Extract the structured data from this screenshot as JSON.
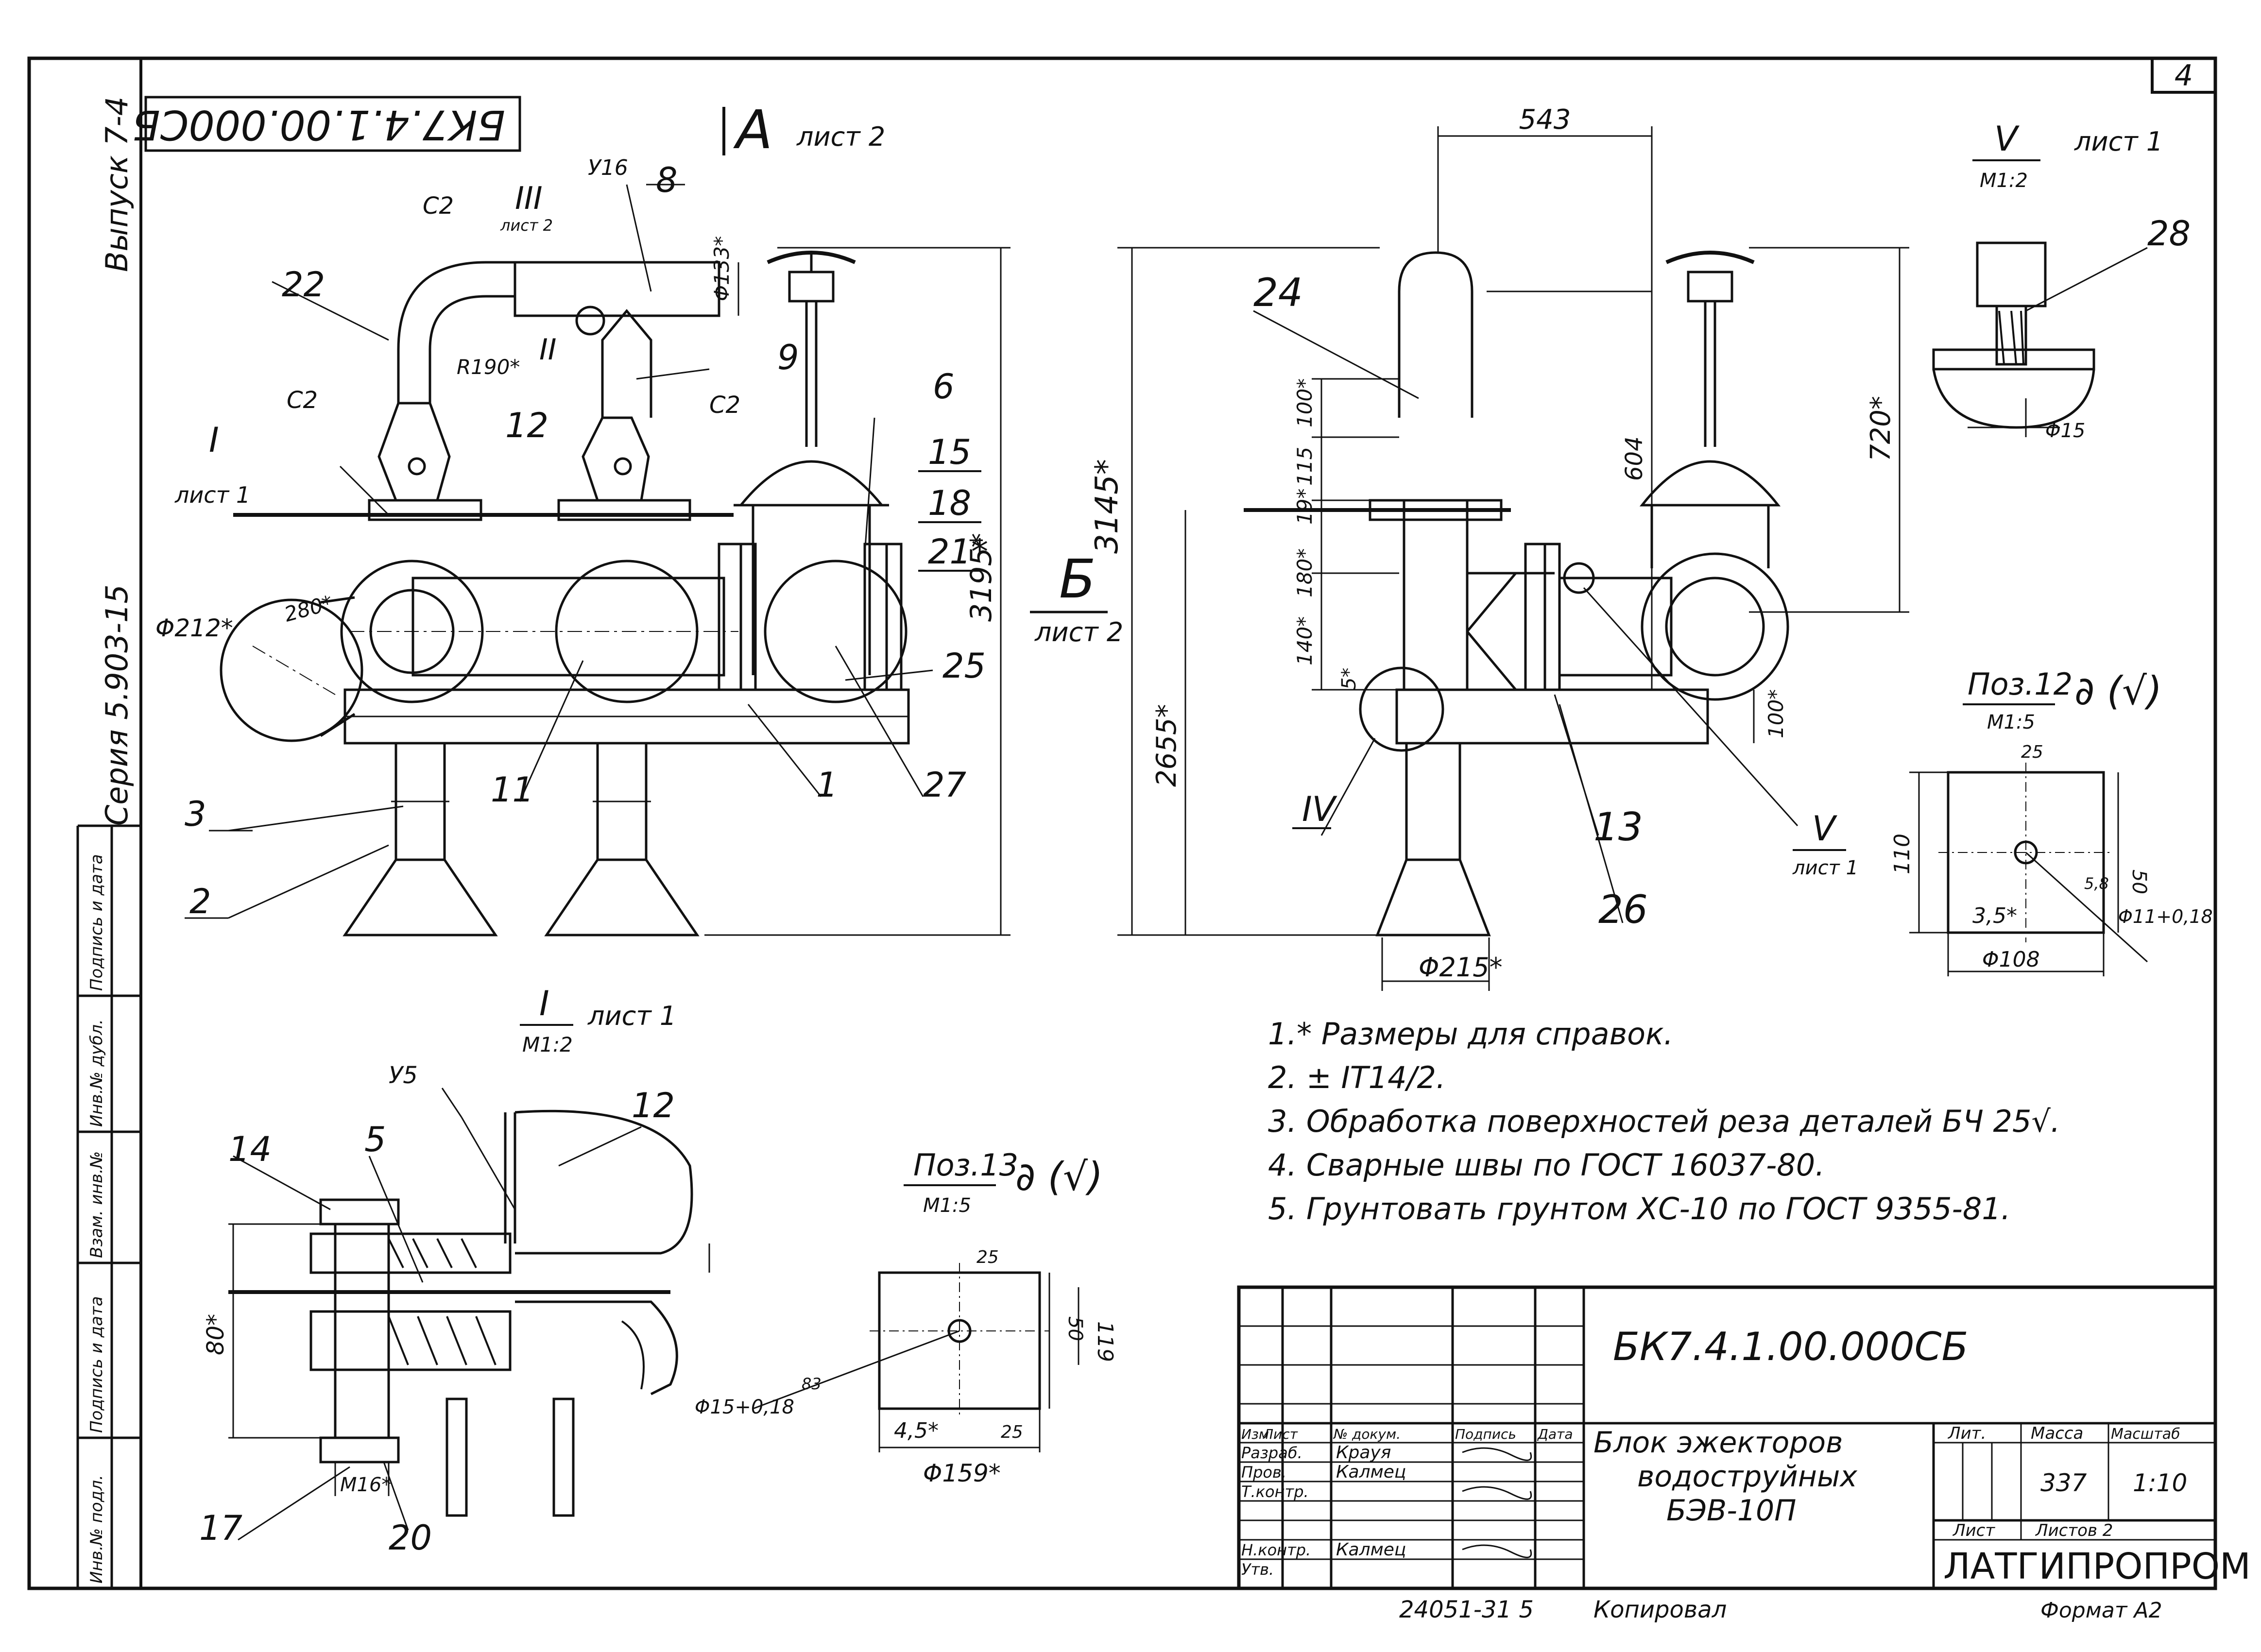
{
  "frame": {
    "sheet_number": "4",
    "vertical_labels": {
      "series": "Серия 5.903-15",
      "issue": "Выпуск 7-4",
      "left_strip": [
        "Подпись и дата",
        "Инв.№ дубл.",
        "Взам. инв.№",
        "Подпись и дата",
        "Инв.№ подл."
      ]
    },
    "doc_code_rotated": "БК7.4.1.00.000СБ"
  },
  "views": {
    "view_a": {
      "letter": "А",
      "sheet": "лист 2"
    },
    "view_b": {
      "letter": "Б",
      "sheet": "лист 2"
    },
    "section_v": {
      "roman": "V",
      "scale": "М1:2",
      "sheet": "лист 1"
    },
    "section_i": {
      "roman": "I",
      "scale": "М1:2",
      "sheet": "лист 1"
    },
    "pos12": {
      "label": "Поз.12",
      "scale": "М1:5",
      "symbol": "∂ (√)"
    },
    "pos13": {
      "label": "Поз.13",
      "scale": "М1:5",
      "symbol": "∂ (√)"
    }
  },
  "callouts": {
    "i_list": {
      "roman": "I",
      "sheet": "лист 1"
    },
    "iii_list": {
      "roman": "III",
      "sheet": "лист 2"
    },
    "ii": "II",
    "iv": "IV",
    "v_list": {
      "roman": "V",
      "sheet": "лист 1"
    },
    "weld_c2": "С2",
    "weld_u16": "У16",
    "weld_u5": "У5"
  },
  "position_numbers": {
    "p1": "1",
    "p2": "2",
    "p3": "3",
    "p5": "5",
    "p6": "6",
    "p8": "8",
    "p9": "9",
    "p11": "11",
    "p12": "12",
    "p13": "13",
    "p14": "14",
    "p15": "15",
    "p17": "17",
    "p18": "18",
    "p20": "20",
    "p21": "21*",
    "p22": "22",
    "p24": "24",
    "p25": "25",
    "p26": "26",
    "p27": "27",
    "p28": "28"
  },
  "dimensions": {
    "d_543": "543",
    "d_3145": "3145*",
    "d_3195": "3195*",
    "d_2655": "2655*",
    "d_604": "604",
    "d_720": "720*",
    "d_100a": "100*",
    "d_115": "115",
    "d_19": "19*",
    "d_180": "180*",
    "d_140": "140*",
    "d_5": "5*",
    "d_100b": "100*",
    "d_phi215": "Φ215*",
    "d_phi212": "Φ212*",
    "d_280": "280*",
    "d_r190": "R190*",
    "d_phi133": "Φ133*",
    "d_phi15": "Φ15",
    "d_80": "80*",
    "d_m16": "М16*",
    "p12_25": "25",
    "p12_110": "110",
    "p12_50": "50",
    "p12_35": "3,5*",
    "p12_phi108": "Φ108",
    "p12_phi11": "Φ11+0,18",
    "p12_5_8": "5,8",
    "p13_25": "25",
    "p13_50": "50",
    "p13_119": "119",
    "p13_phi15": "Φ15+0,18",
    "p13_83": "83",
    "p13_45": "4,5*",
    "p13_phi159": "Φ159*"
  },
  "notes": [
    "1.* Размеры для справок.",
    "2. ± IT14/2.",
    "3. Обработка поверхностей реза деталей БЧ 25√.",
    "4. Сварные швы по ГОСТ 16037-80.",
    "5. Грунтовать грунтом ХС-10 по ГОСТ 9355-81."
  ],
  "title_block": {
    "designation": "БК7.4.1.00.000СБ",
    "title_lines": [
      "Блок эжекторов",
      "водоструйных",
      "БЭВ-10П"
    ],
    "col_headers": [
      "Изм",
      "Лист",
      "№ докум.",
      "Подпись",
      "Дата"
    ],
    "roles": [
      {
        "role": "Разраб.",
        "name": "Крауя"
      },
      {
        "role": "Пров.",
        "name": "Калмец"
      },
      {
        "role": "Т.контр.",
        "name": ""
      },
      {
        "role": "",
        "name": ""
      },
      {
        "role": "Н.контр.",
        "name": "Калмец"
      },
      {
        "role": "Утв.",
        "name": ""
      }
    ],
    "lit_label": "Лит.",
    "mass_label": "Масса",
    "scale_label": "Масштаб",
    "mass": "337",
    "scale": "1:10",
    "sheet_label": "Лист",
    "sheets_label": "Листов 2",
    "organization": "ЛАТГИПРОПРОМ"
  },
  "footer": {
    "number": "24051-31 5",
    "copied": "Копировал",
    "format": "Формат А2"
  }
}
